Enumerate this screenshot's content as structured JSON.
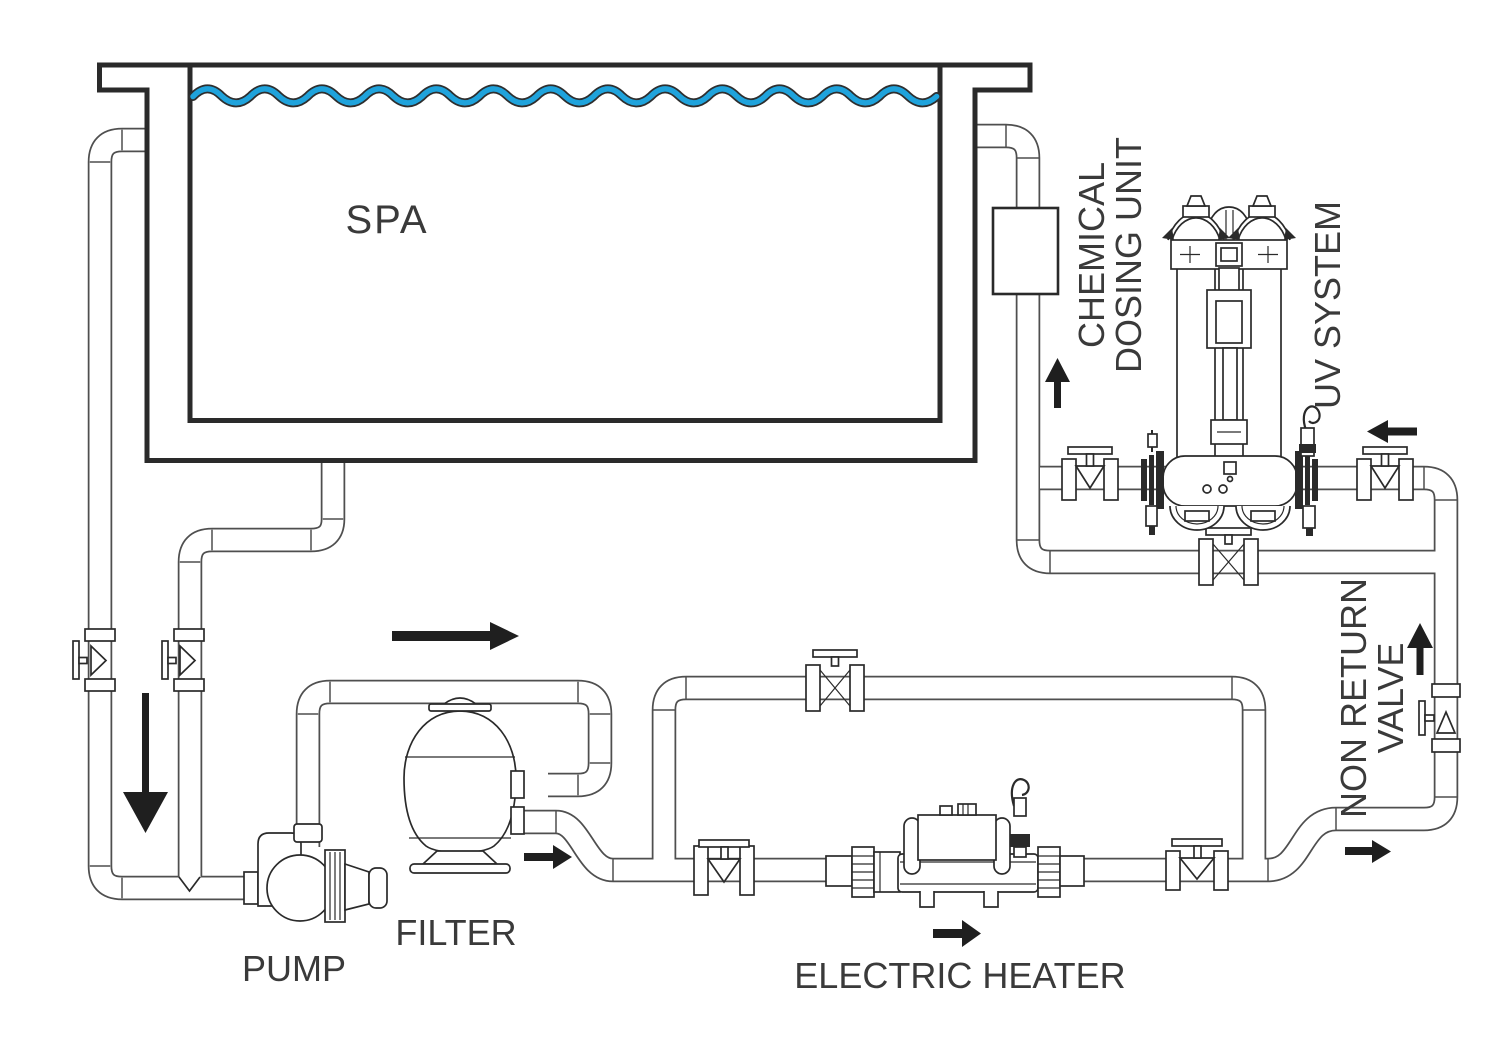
{
  "diagram": {
    "labels": {
      "spa": "SPA",
      "pump": "PUMP",
      "filter": "FILTER",
      "electric_heater": "ELECTRIC HEATER",
      "chemical_dosing_line1": "CHEMICAL",
      "chemical_dosing_line2": "DOSING UNIT",
      "uv_system": "UV SYSTEM",
      "non_return_valve_line1": "NON RETURN",
      "non_return_valve_line2": "VALVE"
    },
    "colors": {
      "line": "#2a2a2a",
      "pipe": "#4f4f4f",
      "water": "#1fa3dc",
      "water-edge": "#2e2e2e",
      "arrow": "#1f1f1f",
      "label": "#3a3a3a",
      "bg": "#ffffff"
    }
  }
}
